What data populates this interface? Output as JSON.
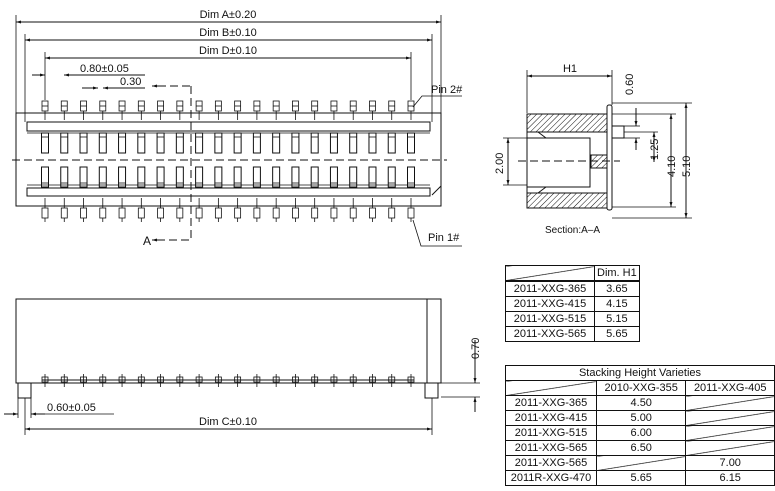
{
  "top_view": {
    "dim_a": "Dim A±0.20",
    "dim_b": "Dim B±0.10",
    "dim_d": "Dim D±0.10",
    "pitch": "0.80±0.05",
    "pin_width": "0.30",
    "pin2_label": "Pin  2#",
    "pin1_label": "Pin  1#",
    "section_marker": "A",
    "pins_per_row": 20
  },
  "side_view": {
    "height_dim": "0.70",
    "foot_dim": "0.60±0.05",
    "dim_c": "Dim C±0.10"
  },
  "section_view": {
    "h1": "H1",
    "dim_060": "0.60",
    "dim_125": "1.25",
    "dim_200": "2.00",
    "dim_410": "4.10",
    "dim_510": "5.10",
    "caption": "Section:A–A"
  },
  "h1_table": {
    "header": "Dim. H1",
    "rows": [
      {
        "part": "2011-XXG-365",
        "h1": "3.65"
      },
      {
        "part": "2011-XXG-415",
        "h1": "4.15"
      },
      {
        "part": "2011-XXG-515",
        "h1": "5.15"
      },
      {
        "part": "2011-XXG-565",
        "h1": "5.65"
      }
    ]
  },
  "stacking_table": {
    "title": "Stacking Height Varieties",
    "col1": "2010-XXG-355",
    "col2": "2011-XXG-405",
    "rows": [
      {
        "part": "2011-XXG-365",
        "v1": "4.50",
        "v2": ""
      },
      {
        "part": "2011-XXG-415",
        "v1": "5.00",
        "v2": ""
      },
      {
        "part": "2011-XXG-515",
        "v1": "6.00",
        "v2": ""
      },
      {
        "part": "2011-XXG-565",
        "v1": "6.50",
        "v2": ""
      },
      {
        "part": "2011-XXG-565",
        "v1": "",
        "v2": "7.00"
      },
      {
        "part": "2011R-XXG-470",
        "v1": "5.65",
        "v2": "6.15"
      }
    ]
  }
}
